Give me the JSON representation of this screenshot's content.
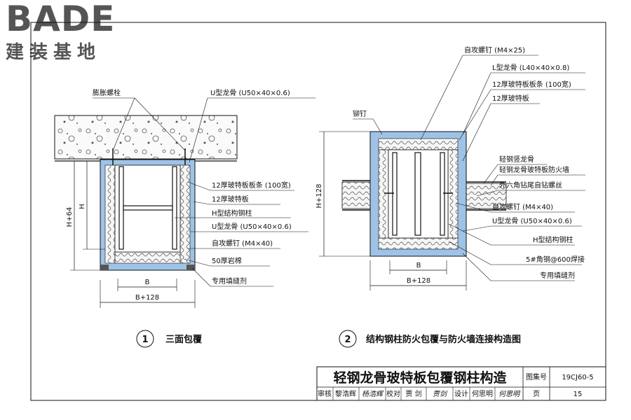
{
  "logo": {
    "brand": "BADE",
    "subtitle": "建装基地"
  },
  "colors": {
    "line": "#111111",
    "board": "#9ec3e6",
    "insulation": "#f5f5f5",
    "concrete": "#d9d9d9"
  },
  "detail1": {
    "labels": {
      "expansion_bolt": "膨胀螺栓",
      "u_keel": "U型龙骨 (U50×40×0.6)",
      "strip": "12厚玻特板板条 (100宽)",
      "board": "12厚玻特板",
      "h_column": "H型结构钢柱",
      "u_keel2": "U型龙骨 (U50×40×0.6)",
      "screw": "自攻螺钉 (M4×40)",
      "rockwool": "50厚岩棉",
      "sealant": "专用填缝剂"
    },
    "dims": {
      "width_b": "B",
      "width_total": "B+128",
      "height_h": "H",
      "height_total": "H+64"
    },
    "number": "1",
    "caption": "三面包覆"
  },
  "detail2": {
    "labels": {
      "screw_top": "自攻螺钉 (M4×25)",
      "l_keel": "L型龙骨 (L40×40×0.8)",
      "strip": "12厚玻特板板条 (100宽)",
      "board": "12厚玻特板",
      "rivet": "铆钉",
      "stud": "轻钢竖龙骨",
      "firewall": "轻钢龙骨玻特板防火墙",
      "hex_screw": "外六角钻尾自钻螺丝",
      "screw": "自攻螺钉 (M4×40)",
      "u_keel": "U型龙骨 (U50×40×0.6)",
      "h_column": "H型结构钢柱",
      "angle": "5#角钢@600焊接",
      "sealant": "专用填缝剂"
    },
    "dims": {
      "width_b": "B",
      "width_total": "B+128",
      "height_total": "H+128"
    },
    "number": "2",
    "caption": "结构钢柱防火包覆与防火墙连接构造图"
  },
  "title_block": {
    "title": "轻钢龙骨玻特板包覆钢柱构造",
    "atlas_label": "图集号",
    "atlas_no": "19CJ60-5",
    "review_label": "审核",
    "reviewer": "黎浩辉",
    "reviewer_sign": "杨浩辉",
    "check_label": "校对",
    "checker": "贾 剑",
    "checker_sign": "贾剑",
    "design_label": "设计",
    "designer": "何思明",
    "designer_sign": "何思明",
    "page_label": "页",
    "page_no": "15"
  }
}
